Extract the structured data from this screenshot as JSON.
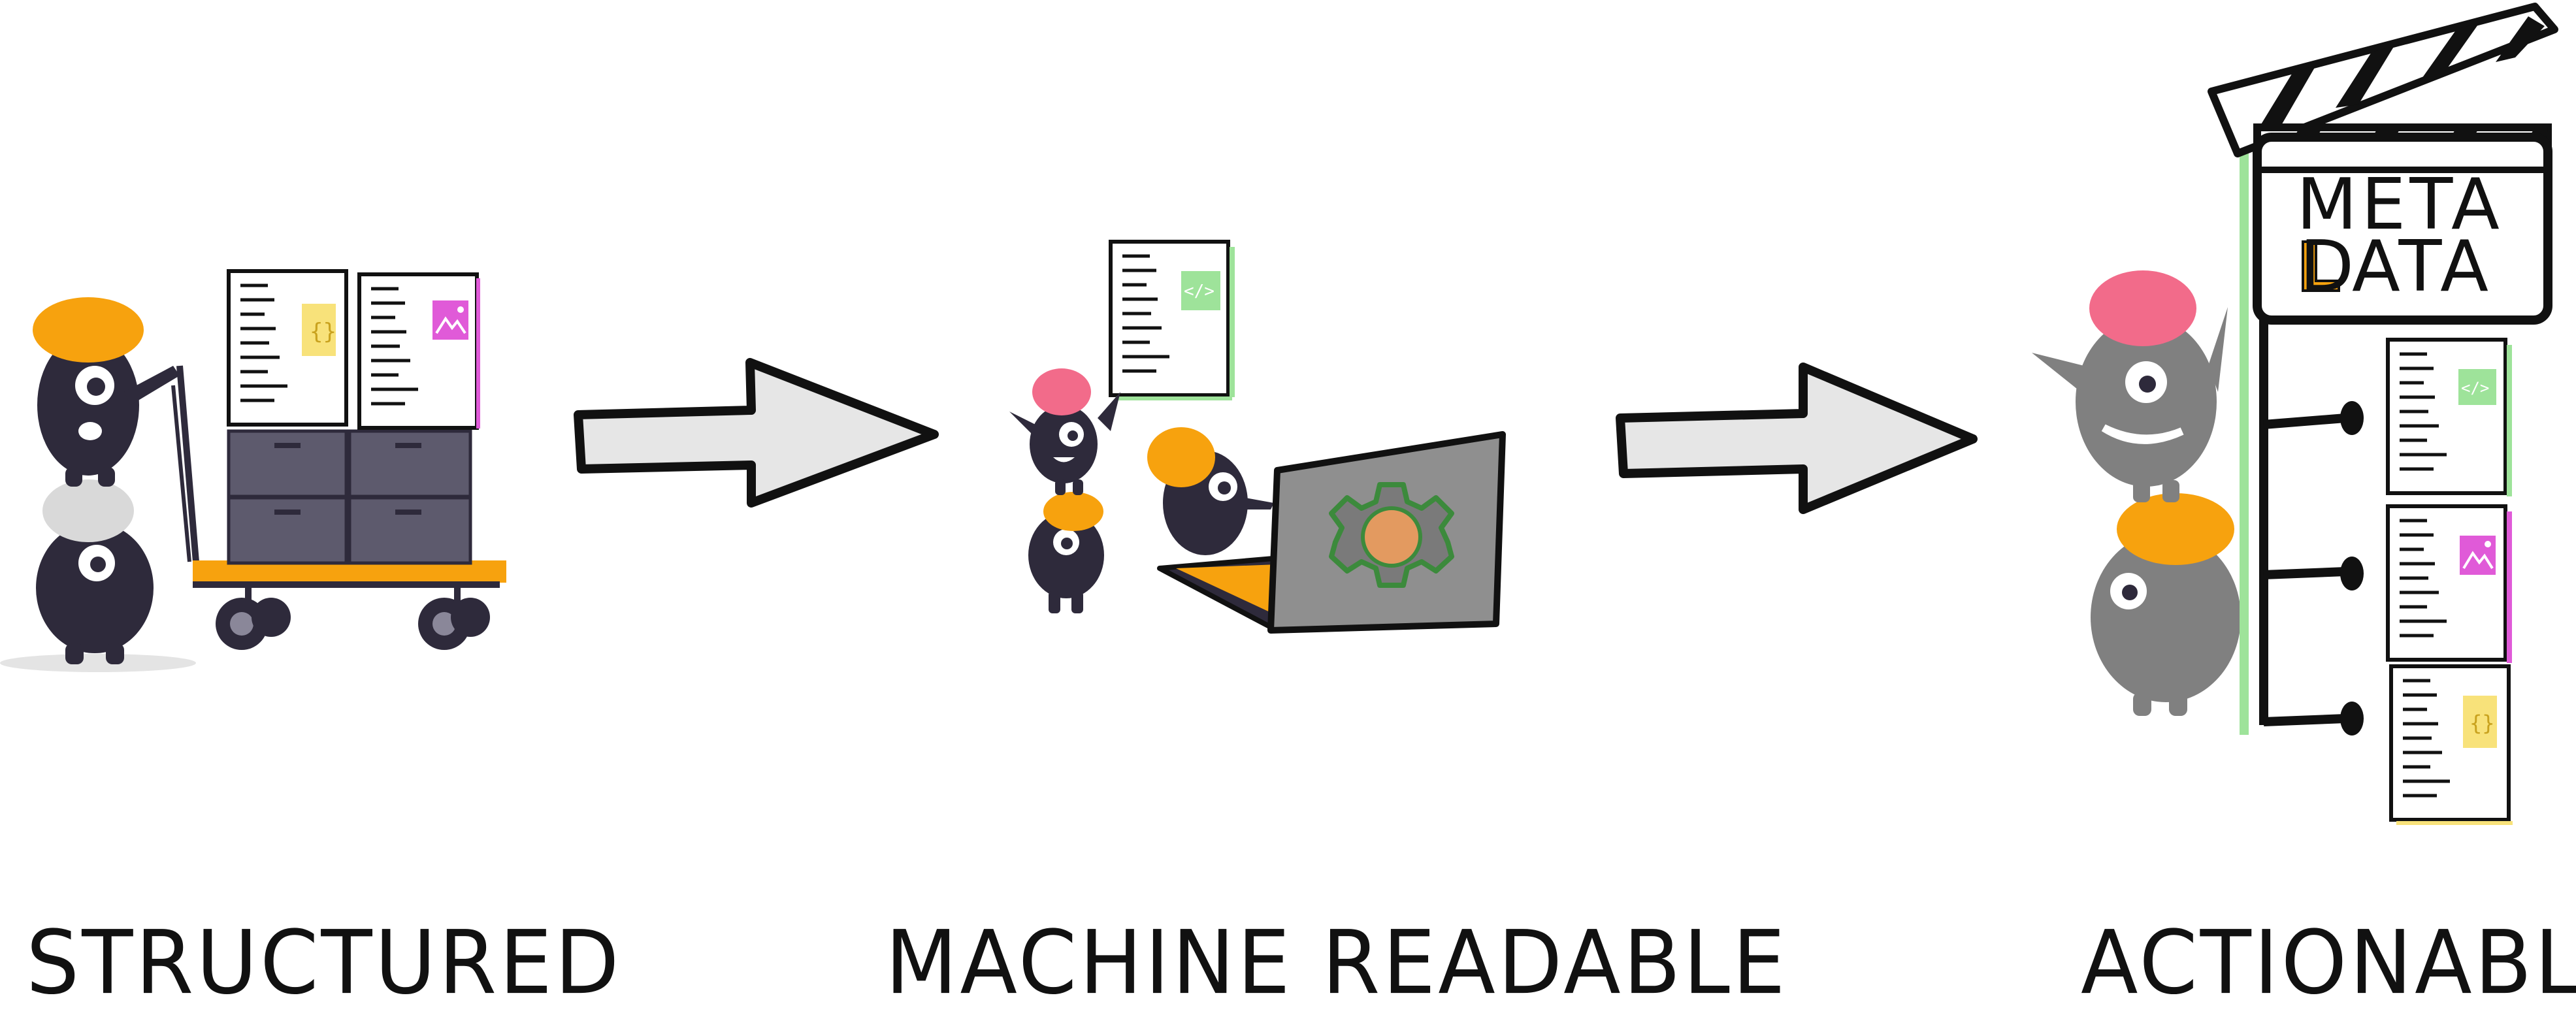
{
  "labels": {
    "structured": "STRUCTURED",
    "machine_readable": "MACHINE READABLE",
    "actionable": "ACTIONABLE"
  },
  "clapperboard": {
    "line1": "META",
    "line2_rest": "ATA",
    "line2_first_letter": "D"
  },
  "icons": [
    "curly-braces-icon",
    "image-icon",
    "code-brackets-icon",
    "gear-icon"
  ],
  "colors": {
    "ink": "#111111",
    "dark_figure": "#2e2a3b",
    "grey_figure": "#808080",
    "orange": "#f7a20e",
    "pink": "#f26b8a",
    "yellow_tag": "#f8e27a",
    "magenta_tag": "#e05ad8",
    "green_tag": "#9ee39a",
    "arrow_fill": "#e6e6e6",
    "cabinet": "#5d5a6d",
    "laptop": "#8f8f8f"
  }
}
